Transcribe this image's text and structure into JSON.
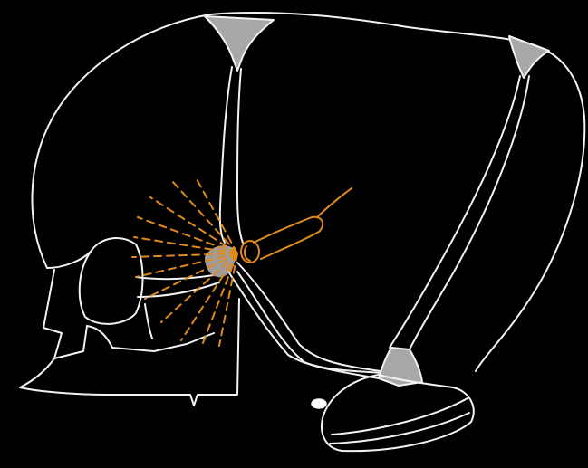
{
  "diagram": {
    "kind": "skull-lateral-view-line-drawing",
    "background_color": "#000000",
    "colors": {
      "outline": "#f2f2f2",
      "fontanelle_fill": "#a8a8a8",
      "nerve": "#e08a1e",
      "rays": "#e08a1e"
    },
    "parts": [
      "cranial-vault",
      "coronal-suture",
      "lambdoid-suture",
      "squamous-suture",
      "anterior-fontanelle",
      "posterior-fontanelle",
      "mastoid-fontanelle",
      "pterion",
      "orbit",
      "maxilla",
      "mandible",
      "occipital-region",
      "nerve-and-ganglion",
      "radiating-dashed-lines"
    ]
  }
}
